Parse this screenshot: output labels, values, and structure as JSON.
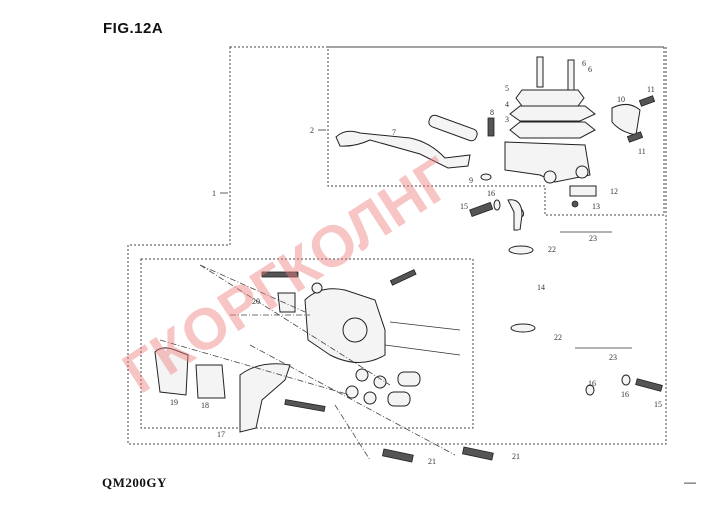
{
  "figure": {
    "title": "FIG.12A",
    "model": "QM200GY",
    "page_mark": "—",
    "watermark": "ГКОРГКОЛНГ"
  },
  "callouts": {
    "c1": "1",
    "c2": "2",
    "c3": "3",
    "c4": "4",
    "c5": "5",
    "c6a": "6",
    "c6b": "6",
    "c7": "7",
    "c8": "8",
    "c9": "9",
    "c10": "10",
    "c11a": "11",
    "c11b": "11",
    "c12": "12",
    "c13": "13",
    "c14": "14",
    "c15a": "15",
    "c15b": "15",
    "c16a": "16",
    "c16b": "16",
    "c16c": "16",
    "c17": "17",
    "c18": "18",
    "c19": "19",
    "c20": "20",
    "c21a": "21",
    "c21b": "21",
    "c22a": "22",
    "c22b": "22",
    "c23a": "23",
    "c23b": "23"
  },
  "colors": {
    "watermark": "#f08080",
    "line": "#333333"
  }
}
